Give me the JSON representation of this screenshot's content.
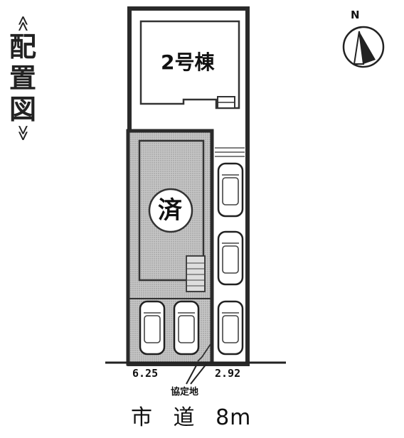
{
  "title": {
    "open": "≪",
    "chars": [
      "配",
      "置",
      "図"
    ],
    "close": "≫"
  },
  "compass": {
    "label": "N"
  },
  "lots": {
    "building2_label": "2号棟",
    "sold_label": "済"
  },
  "dimensions": {
    "left_frontage": "6.25",
    "right_frontage": "2.92",
    "agreement_land": "協定地"
  },
  "road": {
    "label": "市 道 8m"
  },
  "colors": {
    "line": "#2a2a2a",
    "sold_fill": "#c9c9c9",
    "ground": "#ffffff"
  }
}
